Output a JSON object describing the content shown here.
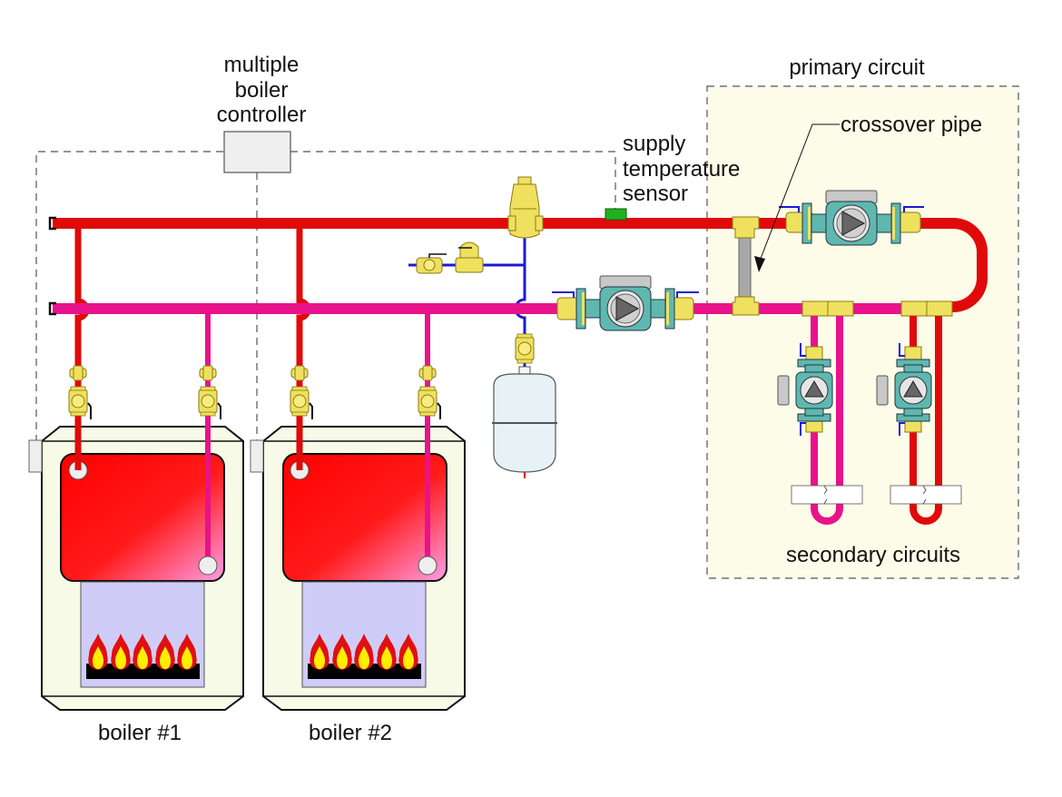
{
  "labels": {
    "controller": [
      "multiple",
      "boiler",
      "controller"
    ],
    "sensor": [
      "supply",
      "temperature",
      "sensor"
    ],
    "primary_circuit": "primary circuit",
    "crossover_pipe": "crossover pipe",
    "secondary_circuits": "secondary circuits",
    "boiler1": "boiler #1",
    "boiler2": "boiler #2"
  },
  "colors": {
    "supply_pipe": "#e00a0a",
    "return_pipe": "#e8128a",
    "cold_water_pipe": "#1a1ad6",
    "brass_fitting": "#f0e060",
    "pump_body": "#5fb8b0",
    "crossover": "#a8a8a8",
    "primary_zone_bg": "#fdfce8",
    "boiler_cabinet": "#f6fae6",
    "combustion_chamber": "#d0ccf8",
    "sensor": "#20b020",
    "controller_box": "#eeeeee",
    "expansion_tank": "#e6f2f6"
  },
  "icons": {
    "pump": "circulator-pump-icon",
    "valve": "ball-valve-icon",
    "air_separator": "air-separator-icon",
    "prv": "pressure-reducing-valve-icon",
    "tank": "expansion-tank-icon",
    "flame": "burner-flame-icon"
  }
}
